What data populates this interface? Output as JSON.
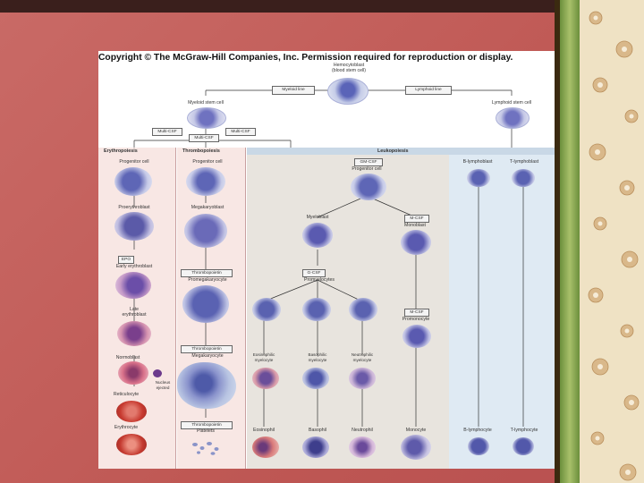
{
  "copyright": "Copyright © The McGraw-Hill Companies, Inc. Permission required for reproduction or display.",
  "top": {
    "hemocytoblast": [
      "Hemocytoblast",
      "(blood stem cell)"
    ],
    "myeloid_line": "Myeloid line",
    "lymphoid_line": "Lymphoid line",
    "myeloid_stem_cell": "Myeloid stem cell",
    "lymphoid_stem_cell": "Lymphoid stem cell",
    "multi_csf_left": "Multi-CSF",
    "multi_csf_mid": "Multi-CSF",
    "multi_csf_right": "Multi-CSF"
  },
  "panels": {
    "erythropoiesis": "Erythropoiesis",
    "thrombopoiesis": "Thrombopoiesis",
    "leukopoiesis": "Leukopoiesis"
  },
  "erythro": {
    "progenitor": "Progenitor cell",
    "proerythroblast": "Proerythroblast",
    "epo": "EPO",
    "early": "Early erythroblast",
    "late": [
      "Late",
      "erythroblast"
    ],
    "normoblast": "Normoblast",
    "nucleus": [
      "Nucleus",
      "ejected"
    ],
    "reticulocyte": "Reticulocyte",
    "erythrocyte": "Erythrocyte"
  },
  "thrombo": {
    "progenitor": "Progenitor cell",
    "megakaryoblast": "Megakaryoblast",
    "thrombopoietin_1": "Thrombopoietin",
    "promegakaryocyte": "Promegakaryocyte",
    "thrombopoietin_2": "Thrombopoietin",
    "megakaryocyte": "Megakaryocyte",
    "thrombopoietin_3": "Thrombopoietin",
    "platelets": "Platelets"
  },
  "leuko": {
    "gm_csf": "GM-CSF",
    "progenitor": "Progenitor cell",
    "myeloblast": "Myeloblast",
    "m_csf_1": "M-CSF",
    "monoblast": "Monoblast",
    "g_csf": "G-CSF",
    "promyelocytes": "Promyelocytes",
    "m_csf_2": "M-CSF",
    "promonocyte": "Promonocyte",
    "eos_myelo": [
      "Eosinophilic",
      "myelocyte"
    ],
    "baso_myelo": [
      "Basophilic",
      "myelocyte"
    ],
    "neut_myelo": [
      "Neutrophilic",
      "myelocyte"
    ],
    "eosinophil": "Eosinophil",
    "basophil": "Basophil",
    "neutrophil": "Neutrophil",
    "monocyte": "Monocyte"
  },
  "lympho": {
    "b_blast": "B-lymphoblast",
    "t_blast": "T-lymphoblast",
    "b_cyte": "B-lymphocyte",
    "t_cyte": "T-lymphocyte"
  },
  "colors": {
    "slide_bg": "#c8615e",
    "erythro_panel": "#f8e7e4",
    "leuko_panel": "#e8e4de",
    "lympho_panel": "#dfeaf3",
    "header_bar": "#c9d8e6",
    "cell_purple": "#8d82c4",
    "cell_red": "#c24040"
  }
}
